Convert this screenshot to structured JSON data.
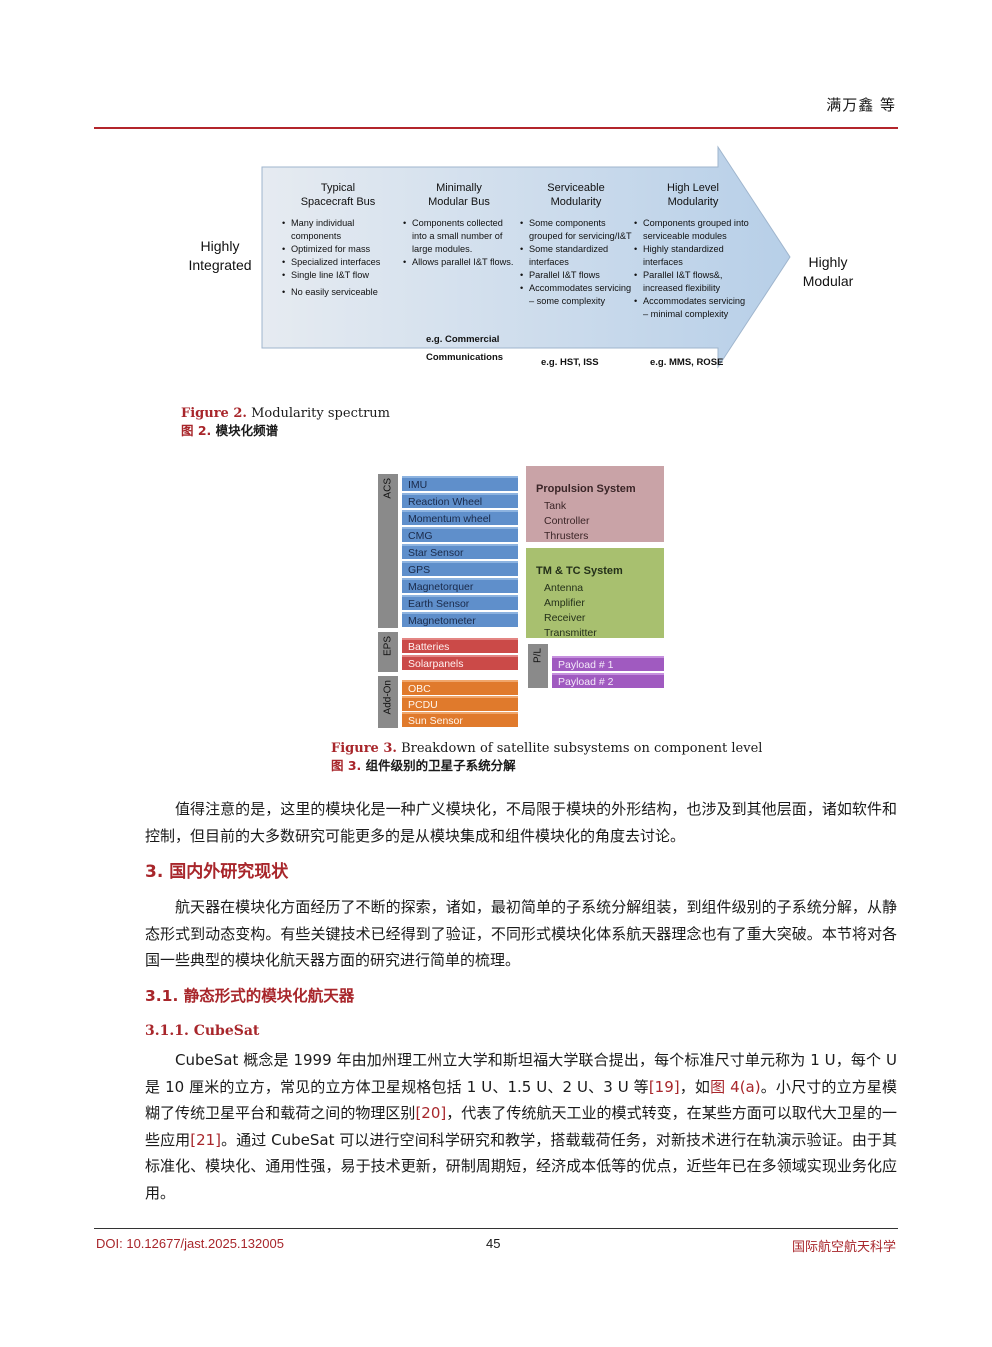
{
  "header": {
    "author": "满万鑫 等"
  },
  "figure2": {
    "left_label": "Highly\nIntegrated",
    "right_label": "Highly\nModular",
    "columns": [
      {
        "head": "Typical\nSpacecraft  Bus",
        "items": [
          "Many individual components",
          "Optimized for mass",
          "Specialized interfaces",
          "Single line I&T flow",
          "No easily serviceable"
        ]
      },
      {
        "head": "Minimally\nModular Bus",
        "items": [
          "Components collected into a small number of large modules.",
          "Allows parallel I&T flows."
        ]
      },
      {
        "head": "Serviceable\nModularity",
        "items": [
          "Some components grouped for servicing/I&T",
          "Some standardized interfaces",
          "Parallel I&T flows",
          "Accommodates servicing – some complexity"
        ]
      },
      {
        "head": "High Level\nModularity",
        "items": [
          "Components grouped into serviceable modules",
          "Highly standardized interfaces",
          "Parallel I&T flows&, increased flexibility",
          "Accommodates servicing – minimal complexity"
        ]
      }
    ],
    "examples": [
      "e.g. Commercial\nCommunications",
      "e.g. HST, ISS",
      "e.g. MMS, ROSE"
    ],
    "caption_label": "Figure 2.",
    "caption_text": " Modularity spectrum",
    "caption_zh_label": "图 2.",
    "caption_zh_text": "  模块化频谱"
  },
  "figure3": {
    "acs_label": "ACS",
    "acs_items": [
      "IMU",
      "Reaction Wheel",
      "Momentum wheel",
      "CMG",
      "Star Sensor",
      "GPS",
      "Magnetorquer",
      "Earth Sensor",
      "Magnetometer"
    ],
    "eps_label": "EPS",
    "eps_items": [
      "Batteries",
      "Solarpanels"
    ],
    "addon_label": "Add-On",
    "addon_items": [
      "OBC",
      "PCDU",
      "Sun Sensor"
    ],
    "propulsion": {
      "title": "Propulsion System",
      "items": [
        "Tank",
        "Controller",
        "Thrusters"
      ]
    },
    "tmtc": {
      "title": "TM & TC System",
      "items": [
        "Antenna",
        "Amplifier",
        "Receiver",
        "Transmitter"
      ]
    },
    "pl_label": "P/L",
    "pl_items": [
      "Payload # 1",
      "Payload # 2"
    ],
    "caption_label": "Figure 3.",
    "caption_text": " Breakdown of satellite subsystems on component level",
    "caption_zh_label": "图 3.",
    "caption_zh_text": "  组件级别的卫星子系统分解"
  },
  "body": {
    "p1": "值得注意的是，这里的模块化是一种广义模块化，不局限于模块的外形结构，也涉及到其他层面，诸如软件和控制，但目前的大多数研究可能更多的是从模块集成和组件模块化的角度去讨论。",
    "h_section3": "3.  国内外研究现状",
    "p2": "航天器在模块化方面经历了不断的探索，诸如，最初简单的子系统分解组装，到组件级别的子系统分解，从静态形式到动态变构。有些关键技术已经得到了验证，不同形式模块化体系航天器理念也有了重大突破。本节将对各国一些典型的模块化航天器方面的研究进行简单的梳理。",
    "h_31": "3.1.  静态形式的模块化航天器",
    "h_311": "3.1.1. CubeSat",
    "p3_a": "CubeSat 概念是 1999 年由加州理工州立大学和斯坦福大学联合提出，每个标准尺寸单元称为 1 U，每个 U 是 10 厘米的立方，常见的立方体卫星规格包括 1 U、1.5 U、2 U、3 U 等",
    "p3_c1": "[19]",
    "p3_b": "，如",
    "p3_c2": "图 4(a)",
    "p3_c": "。小尺寸的立方星模糊了传统卫星平台和载荷之间的物理区别",
    "p3_c3": "[20]",
    "p3_d": "，代表了传统航天工业的模式转变，在某些方面可以取代大卫星的一些应用",
    "p3_c4": "[21]",
    "p3_e": "。通过 CubeSat 可以进行空间科学研究和教学，搭载载荷任务，对新技术进行在轨演示验证。由于其标准化、模块化、通用性强，易于技术更新，研制周期短，经济成本低等的优点，近些年已在多领域实现业务化应用。"
  },
  "footer": {
    "doi": "DOI: 10.12677/jast.2025.132005",
    "page": "45",
    "journal": "国际航空航天科学"
  }
}
